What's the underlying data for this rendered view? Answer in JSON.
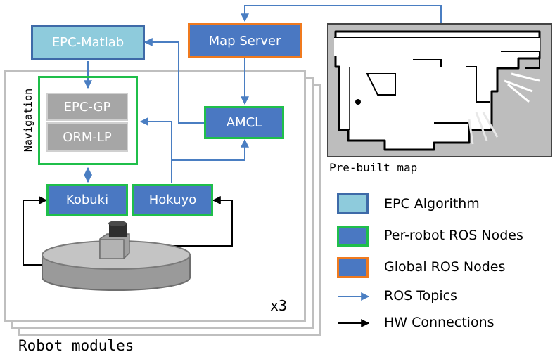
{
  "nodes": {
    "epc_matlab": "EPC-Matlab",
    "map_server": "Map Server",
    "amcl": "AMCL",
    "epc_gp": "EPC-GP",
    "orm_lp": "ORM-LP",
    "kobuki": "Kobuki",
    "hokuyo": "Hokuyo"
  },
  "labels": {
    "navigation": "Navigation",
    "multiplier": "x3",
    "robot_modules": "Robot modules",
    "prebuilt_map": "Pre-built map"
  },
  "legend": [
    {
      "label": "EPC Algorithm",
      "fill": "#8ecbdc",
      "border": "#3e6aa8"
    },
    {
      "label": "Per-robot ROS Nodes",
      "fill": "#4a78c2",
      "border": "#1fbf4a"
    },
    {
      "label": "Global ROS Nodes",
      "fill": "#4a78c2",
      "border": "#f07a1e"
    },
    {
      "label": "ROS Topics",
      "arrow_color": "#4a7ec2"
    },
    {
      "label": "HW Connections",
      "arrow_color": "#000000"
    }
  ],
  "colors": {
    "ros_topic": "#4a7ec2",
    "hw_connection": "#000000",
    "node_fill": "#4a78c2",
    "per_robot_border": "#1fbf4a",
    "global_border": "#f07a1e",
    "epc_fill": "#8ecbdc"
  }
}
